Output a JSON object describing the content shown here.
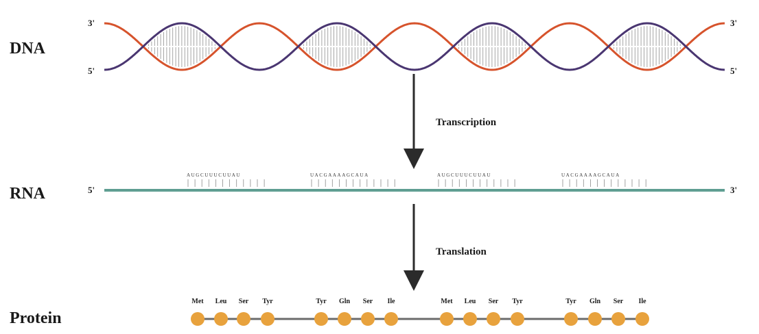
{
  "labels": {
    "dna": "DNA",
    "rna": "RNA",
    "protein": "Protein"
  },
  "dna": {
    "left_top_end": "3'",
    "left_bottom_end": "5'",
    "right_top_end": "3'",
    "right_bottom_end": "5'",
    "turns": 4
  },
  "steps": {
    "transcription": "Transcription",
    "translation": "Translation"
  },
  "rna": {
    "left_end": "5'",
    "right_end": "3'",
    "sequence_groups": [
      "AUGCUUUCUUAU",
      "UACGAAAAGCAUA",
      "AUGCUUUCUUAU",
      "UACGAAAAGCAUA"
    ]
  },
  "protein": {
    "groups": [
      [
        "Met",
        "Leu",
        "Ser",
        "Tyr"
      ],
      [
        "Tyr",
        "Gln",
        "Ser",
        "Ile"
      ],
      [
        "Met",
        "Leu",
        "Ser",
        "Tyr"
      ],
      [
        "Tyr",
        "Gln",
        "Ser",
        "Ile"
      ]
    ]
  },
  "colors": {
    "strand_a": "#d6532c",
    "strand_b": "#4a3671",
    "rna_strand": "#5f9e92",
    "amino_acid": "#e8a23d",
    "arrow": "#2b2b2b"
  }
}
